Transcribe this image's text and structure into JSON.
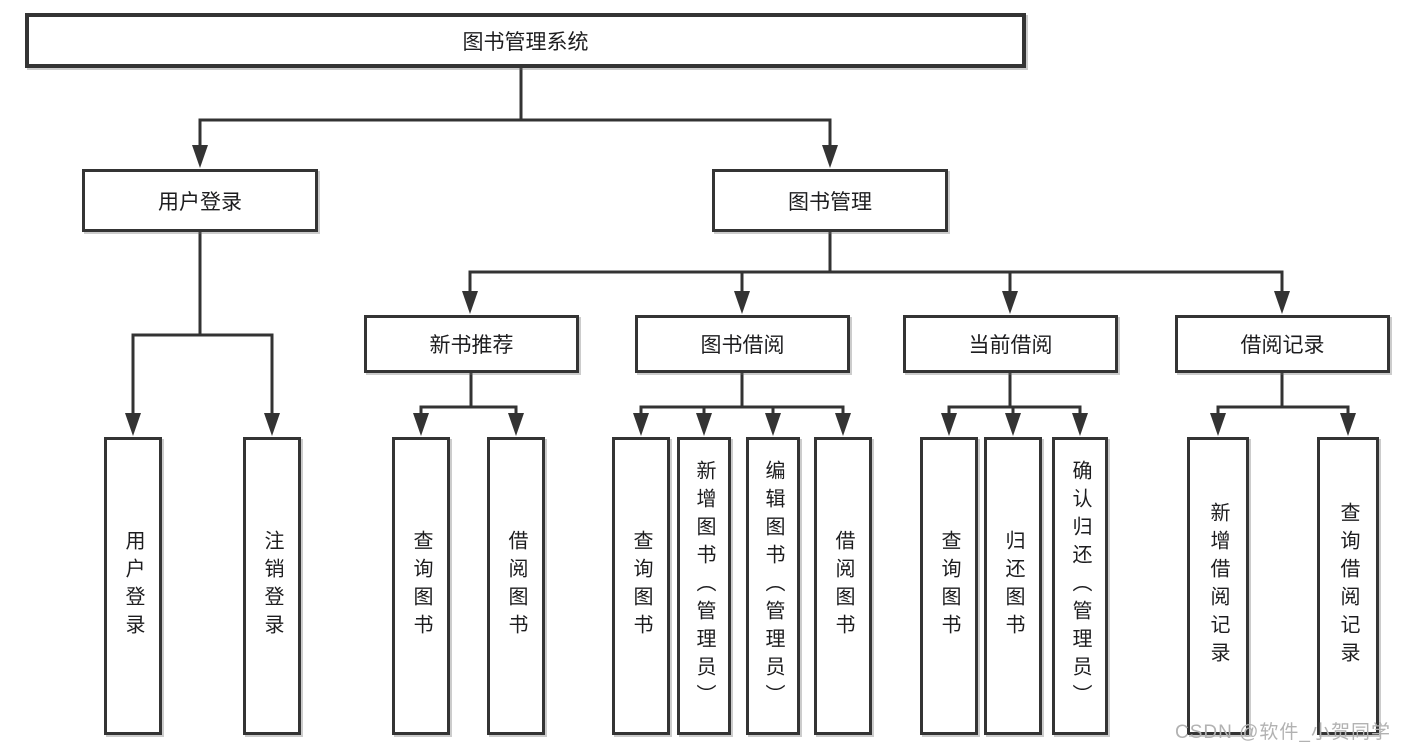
{
  "tree": {
    "root": {
      "label": "图书管理系统"
    },
    "user_branch": {
      "label": "用户登录",
      "children": [
        {
          "label": "用户登录"
        },
        {
          "label": "注销登录"
        }
      ]
    },
    "mgmt_branch": {
      "label": "图书管理",
      "groups": [
        {
          "label": "新书推荐",
          "children": [
            {
              "label": "查询图书"
            },
            {
              "label": "借阅图书"
            }
          ]
        },
        {
          "label": "图书借阅",
          "children": [
            {
              "label": "查询图书"
            },
            {
              "label": "新增图书（管理员）"
            },
            {
              "label": "编辑图书（管理员）"
            },
            {
              "label": "借阅图书"
            }
          ]
        },
        {
          "label": "当前借阅",
          "children": [
            {
              "label": "查询图书"
            },
            {
              "label": "归还图书"
            },
            {
              "label": "确认归还（管理员）"
            }
          ]
        },
        {
          "label": "借阅记录",
          "children": [
            {
              "label": "新增借阅记录"
            },
            {
              "label": "查询借阅记录"
            }
          ]
        }
      ]
    }
  },
  "watermark": {
    "text": "CSDN @软件_小贺同学"
  },
  "colors": {
    "line": "#333333",
    "box_border": "#343434",
    "text": "#1d1d1f",
    "watermark": "#b2b2b2",
    "background": "#ffffff"
  }
}
